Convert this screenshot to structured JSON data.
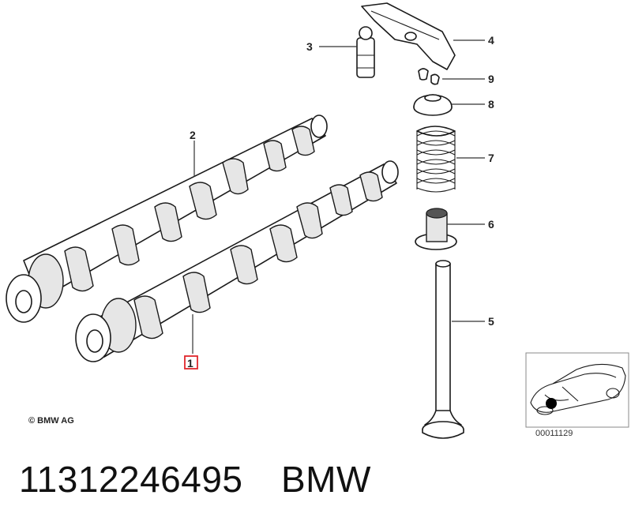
{
  "callouts": [
    "1",
    "2",
    "3",
    "4",
    "5",
    "6",
    "7",
    "8",
    "9"
  ],
  "highlighted_callout": "1",
  "copyright": "© BMW AG",
  "thumbnail_ref": "00011129",
  "footer": {
    "part_number": "11312246495",
    "brand": "BMW"
  },
  "colors": {
    "highlight": "#e0262b",
    "line": "#1a1a1a"
  }
}
